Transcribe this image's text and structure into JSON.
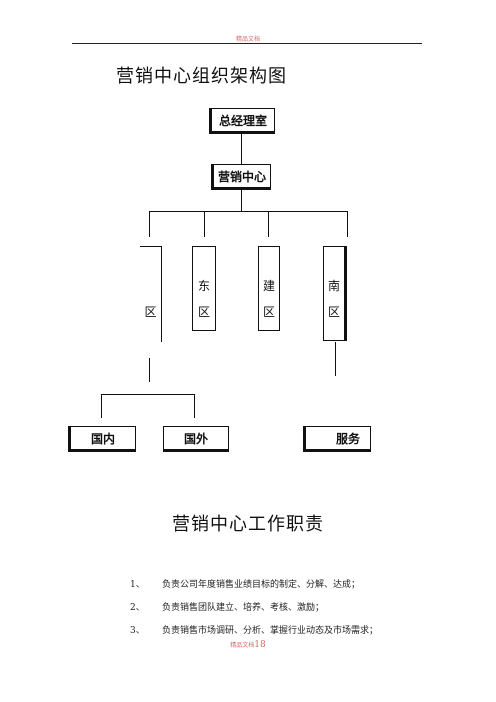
{
  "header": {
    "text": "精品文档"
  },
  "chart": {
    "title": "营销中心组织架构图",
    "top": "总经理室",
    "center": "营销中心",
    "regions": [
      {
        "c1": "",
        "c2": "区"
      },
      {
        "c1": "东",
        "c2": "区"
      },
      {
        "c1": "建",
        "c2": "区"
      },
      {
        "c1": "南",
        "c2": "区"
      }
    ],
    "subs": [
      "国内",
      "国外",
      "服务"
    ]
  },
  "duties": {
    "title": "营销中心工作职责",
    "items": [
      {
        "num": "1、",
        "text": "负责公司年度销售业绩目标的制定、分解、达成；"
      },
      {
        "num": "2、",
        "text": "负责销售团队建立、培养、考核、激励；"
      },
      {
        "num": "3、",
        "text": "负责销售市场调研、分析、掌握行业动态及市场需求；"
      }
    ]
  },
  "footer": {
    "text": "精品文档",
    "page": "18"
  }
}
